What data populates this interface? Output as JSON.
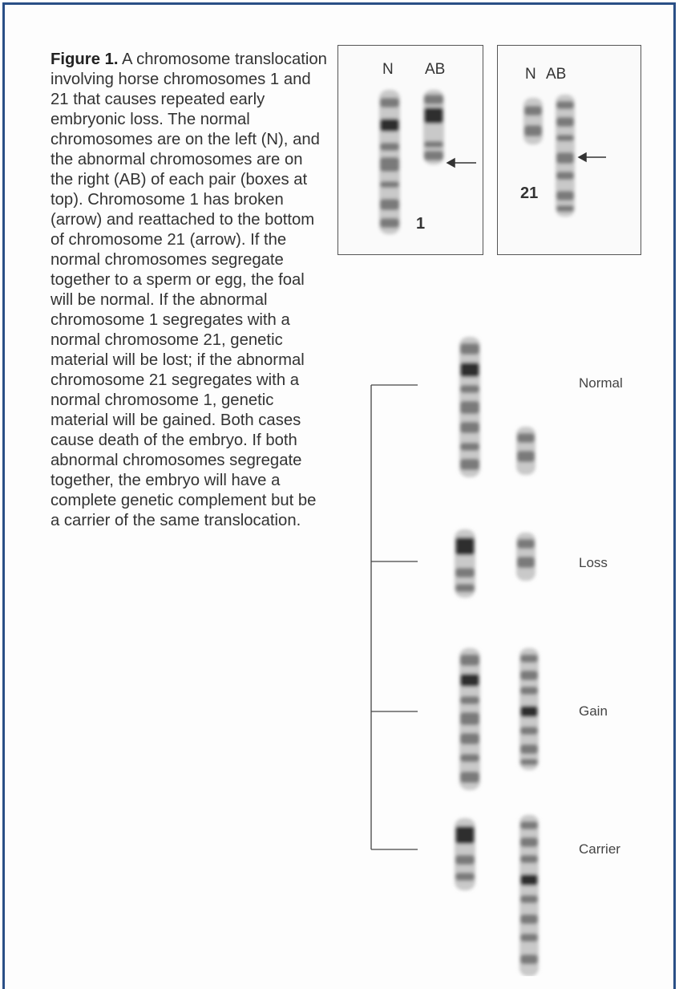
{
  "figure": {
    "caption_label": "Figure 1.",
    "caption_text": "A chromosome translocation involving horse chromosomes 1 and 21 that causes repeated early embryonic loss.  The normal chromosomes are on the left (N), and the abnormal chromosomes are on the right (AB) of each pair (boxes at top). Chromosome 1 has broken (arrow) and reattached to the bottom of chromosome 21 (arrow).  If the normal chromosomes segregate together to a sperm or egg, the foal will be normal.  If the abnormal chromosome 1 segregates with a normal chromosome 21, genetic material will be lost; if the abnormal chromosome 21 segregates with a normal chromosome 1, genetic material will be gained.  Both cases cause death of the embryo.  If both abnormal chromosomes segregate together, the embryo will have a complete genetic complement but be a carrier of the same translocation."
  },
  "pair1": {
    "label_n": "N",
    "label_ab": "AB",
    "chromosome_number": "1"
  },
  "pair21": {
    "label_n": "N",
    "label_ab": "AB",
    "chromosome_number": "21"
  },
  "outcomes": {
    "normal": "Normal",
    "loss": "Loss",
    "gain": "Gain",
    "carrier": "Carrier"
  },
  "colors": {
    "frame": "#2a4f86",
    "band_dark": "#2e2e2e",
    "band_mid": "#7a7a7a",
    "band_light": "#c9c9c9"
  }
}
